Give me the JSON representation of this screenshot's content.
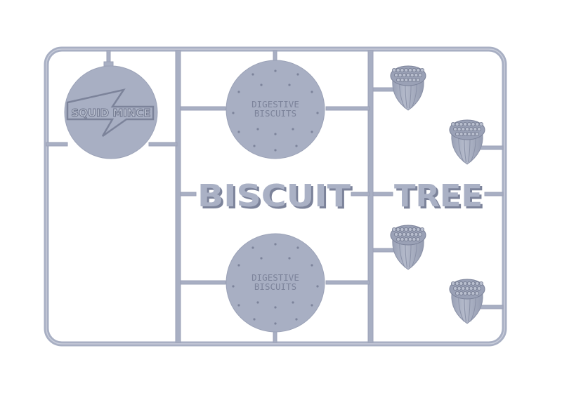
{
  "colors": {
    "plastic": "#a8afc3",
    "plastic_dark": "#7c839a",
    "plastic_light": "#c0c6d6",
    "background": "#ffffff"
  },
  "badge": {
    "line1": "SQUID MINCE"
  },
  "biscuit_top": {
    "line1": "DIGESTIVE",
    "line2": "BISCUITS"
  },
  "biscuit_bottom": {
    "line1": "DIGESTIVE",
    "line2": "BISCUITS"
  },
  "title": {
    "word1": "BISCUIT",
    "word2": "TREE"
  },
  "icons": {
    "acorn": "acorn-icon",
    "biscuit": "biscuit-icon",
    "badge": "squid-mince-badge-icon"
  }
}
